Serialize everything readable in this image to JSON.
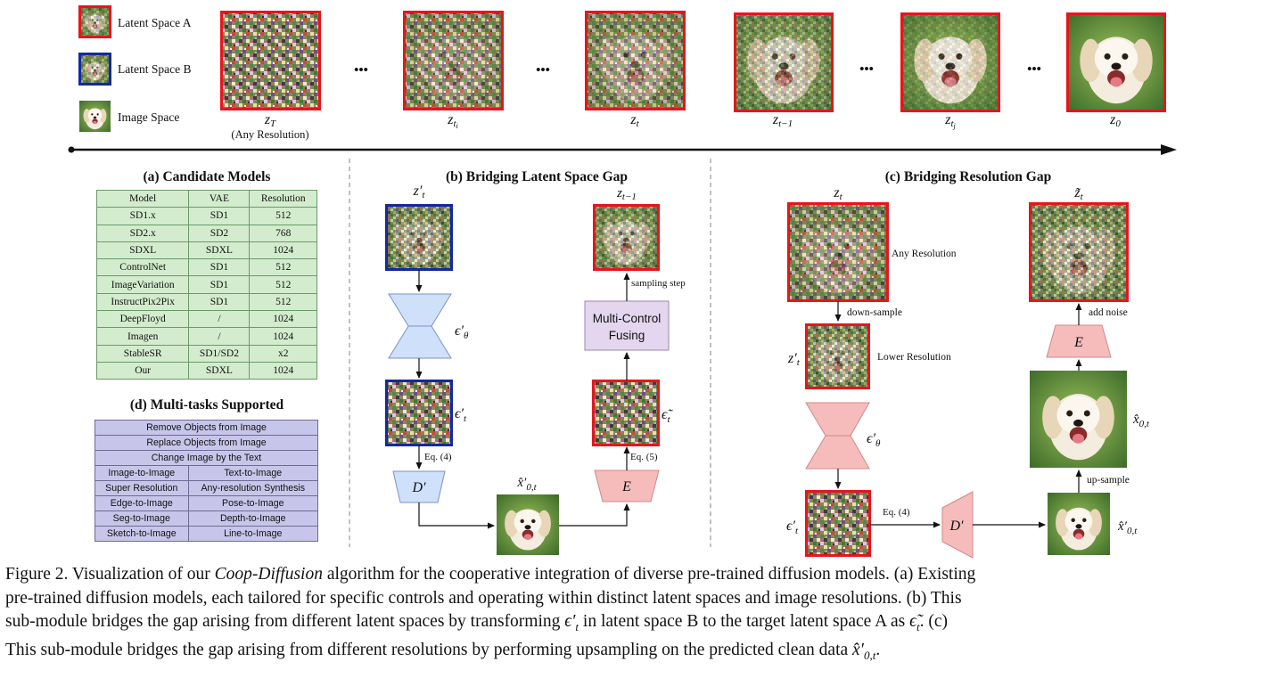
{
  "legend": {
    "latent_a": "Latent Space A",
    "latent_b": "Latent Space B",
    "image_space": "Image Space"
  },
  "timeline": {
    "sub_z_t_note": "(Any Resolution)",
    "ellipsis": "•••"
  },
  "panels": {
    "a_title": "(a) Candidate Models",
    "b_title": "(b) Bridging Latent  Space Gap",
    "c_title": "(c) Bridging Resolution Gap",
    "d_title": "(d) Multi-tasks Supported"
  },
  "candidate_models": {
    "headers": [
      "Model",
      "VAE",
      "Resolution"
    ],
    "rows": [
      [
        "SD1.x",
        "SD1",
        "512"
      ],
      [
        "SD2.x",
        "SD2",
        "768"
      ],
      [
        "SDXL",
        "SDXL",
        "1024"
      ],
      [
        "ControlNet",
        "SD1",
        "512"
      ],
      [
        "ImageVariation",
        "SD1",
        "512"
      ],
      [
        "InstructPix2Pix",
        "SD1",
        "512"
      ],
      [
        "DeepFloyd",
        "/",
        "1024"
      ],
      [
        "Imagen",
        "/",
        "1024"
      ],
      [
        "StableSR",
        "SD1/SD2",
        "x2"
      ],
      [
        "Our",
        "SDXL",
        "1024"
      ]
    ]
  },
  "tasks": {
    "full_rows": [
      "Remove Objects from Image",
      "Replace Objects from Image",
      "Change Image by the Text"
    ],
    "pairs": [
      [
        "Image-to-Image",
        "Text-to-Image"
      ],
      [
        "Super Resolution",
        "Any-resolution Synthesis"
      ],
      [
        "Edge-to-Image",
        "Pose-to-Image"
      ],
      [
        "Seg-to-Image",
        "Depth-to-Image"
      ],
      [
        "Sketch-to-Image",
        "Line-to-Image"
      ]
    ]
  },
  "panel_b": {
    "eq4": "Eq. (4)",
    "eq5": "Eq. (5)",
    "sampling_step": "sampling step",
    "fusing_line1": "Multi-Control",
    "fusing_line2": "Fusing"
  },
  "panel_c": {
    "any_resolution": "Any Resolution",
    "down_sample": "down-sample",
    "lower_resolution": "Lower Resolution",
    "add_noise": "add noise",
    "up_sample": "up-sample",
    "eq4": "Eq. (4)"
  },
  "caption": {
    "prefix": "Figure 2. Visualization of our ",
    "method": "Coop-Diffusion",
    "line1_rest": " algorithm for the cooperative integration of diverse pre-trained diffusion models. (a) Existing",
    "line2": "pre-trained diffusion models, each tailored for specific controls and operating within distinct latent spaces and image resolutions. (b) This",
    "line3_a": "sub-module bridges the gap arising from different latent spaces by transforming ",
    "line3_b": " in latent space B to the target latent space A as ",
    "line3_c": ". (c)",
    "line4": "This sub-module bridges the gap arising from different resolutions by performing upsampling on the predicted clean data "
  },
  "colors": {
    "latent_a_border": "#e8141c",
    "latent_b_border": "#1428a0",
    "table_green": "#d3eccd",
    "table_purple": "#c7c6ea",
    "decoder_blue": "#cfe0fa",
    "encoder_pink": "#f6bcbc",
    "fusing_purple": "#e3d6ee"
  }
}
